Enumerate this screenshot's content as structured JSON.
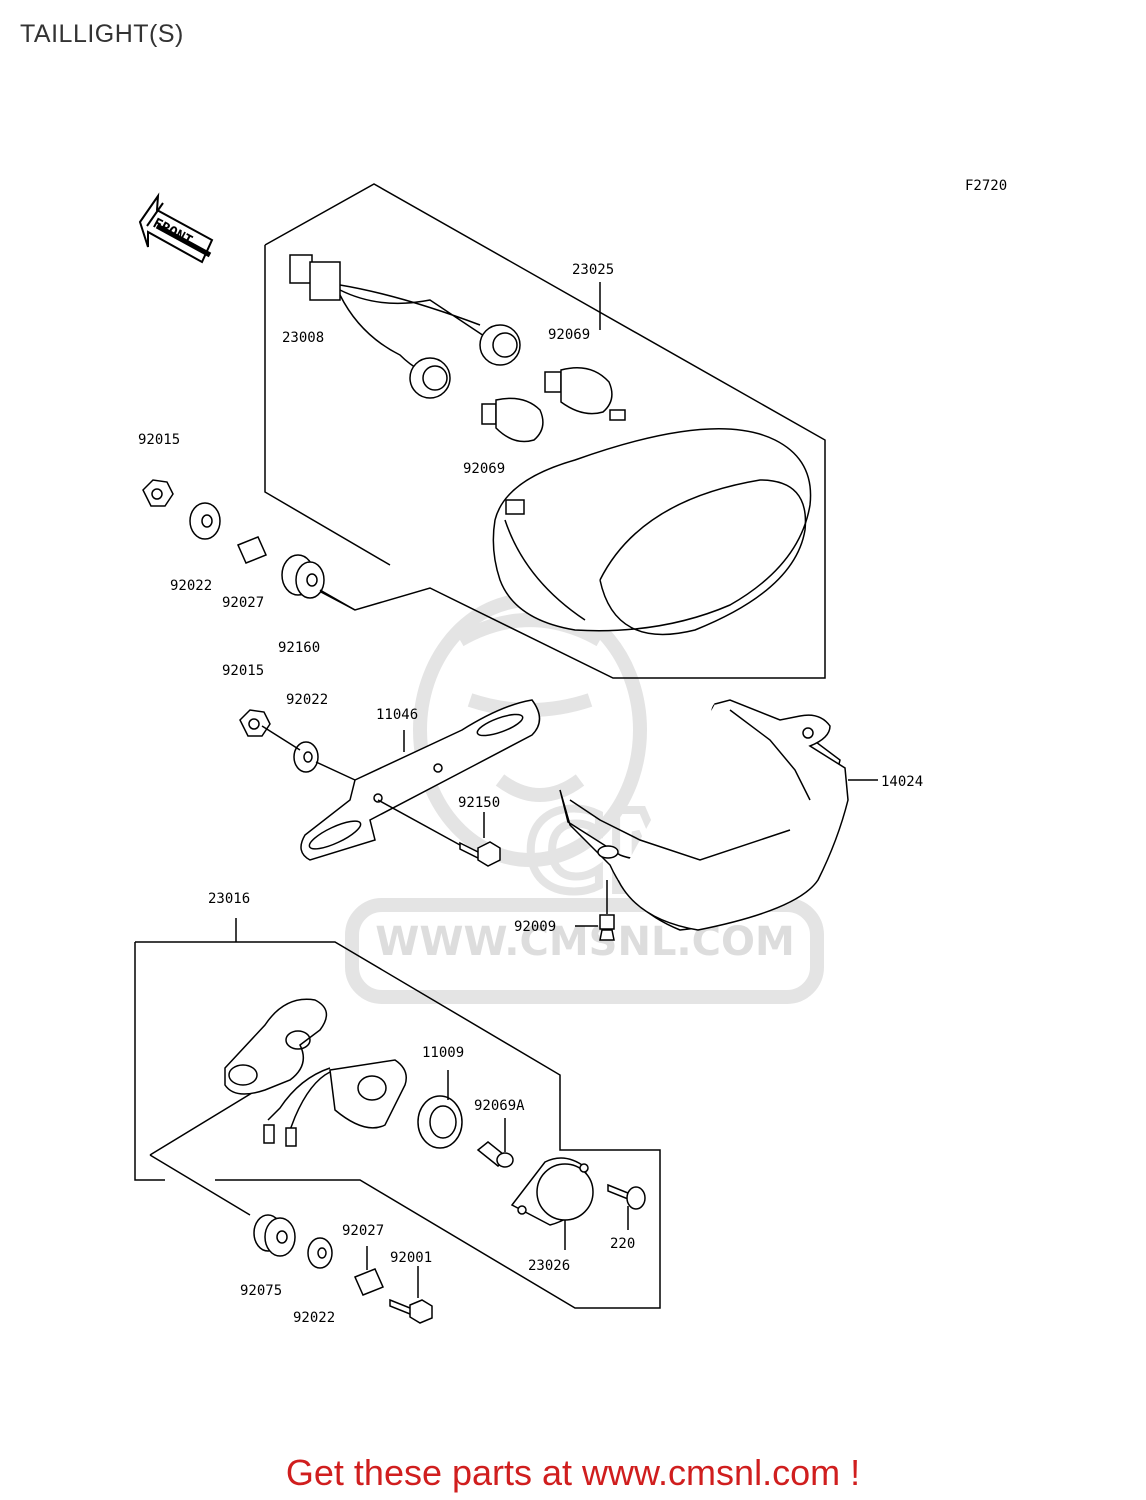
{
  "page": {
    "title": "TAILLIGHT(S)",
    "figure_code": "F2720",
    "front_label": "FRONT",
    "footer": "Get these parts at www.cmsnl.com !"
  },
  "watermark": {
    "text": "WWW.CMSNL.COM",
    "logo_text": "CMS"
  },
  "parts": [
    "23025",
    "23008",
    "92069",
    "92069",
    "92015",
    "92022",
    "92027",
    "92160",
    "92015",
    "92022",
    "11046",
    "92150",
    "14024",
    "92009",
    "23016",
    "11009",
    "92069A",
    "220",
    "23026",
    "92075",
    "92027",
    "92001",
    "92022"
  ],
  "colors": {
    "footer": "#d01e1e",
    "title": "#333333",
    "watermark": "#e4e4e4"
  }
}
